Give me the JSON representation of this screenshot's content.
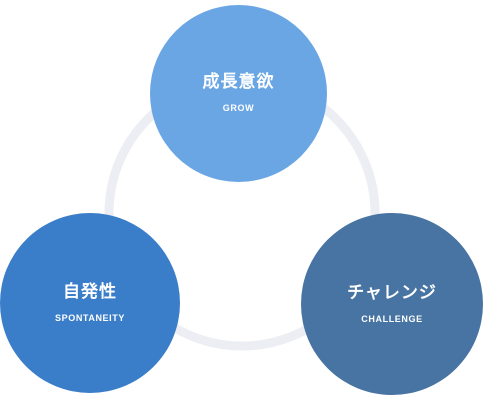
{
  "colors": {
    "ring": "#eceef3",
    "grow": "#6aa6e4",
    "spontaneity": "#3a7dc9",
    "challenge": "#4874a3",
    "text": "#ffffff"
  },
  "nodes": {
    "top": {
      "title": "成長意欲",
      "subtitle": "GROW"
    },
    "left": {
      "title": "自発性",
      "subtitle": "SPONTANEITY"
    },
    "right": {
      "title": "チャレンジ",
      "subtitle": "CHALLENGE"
    }
  }
}
